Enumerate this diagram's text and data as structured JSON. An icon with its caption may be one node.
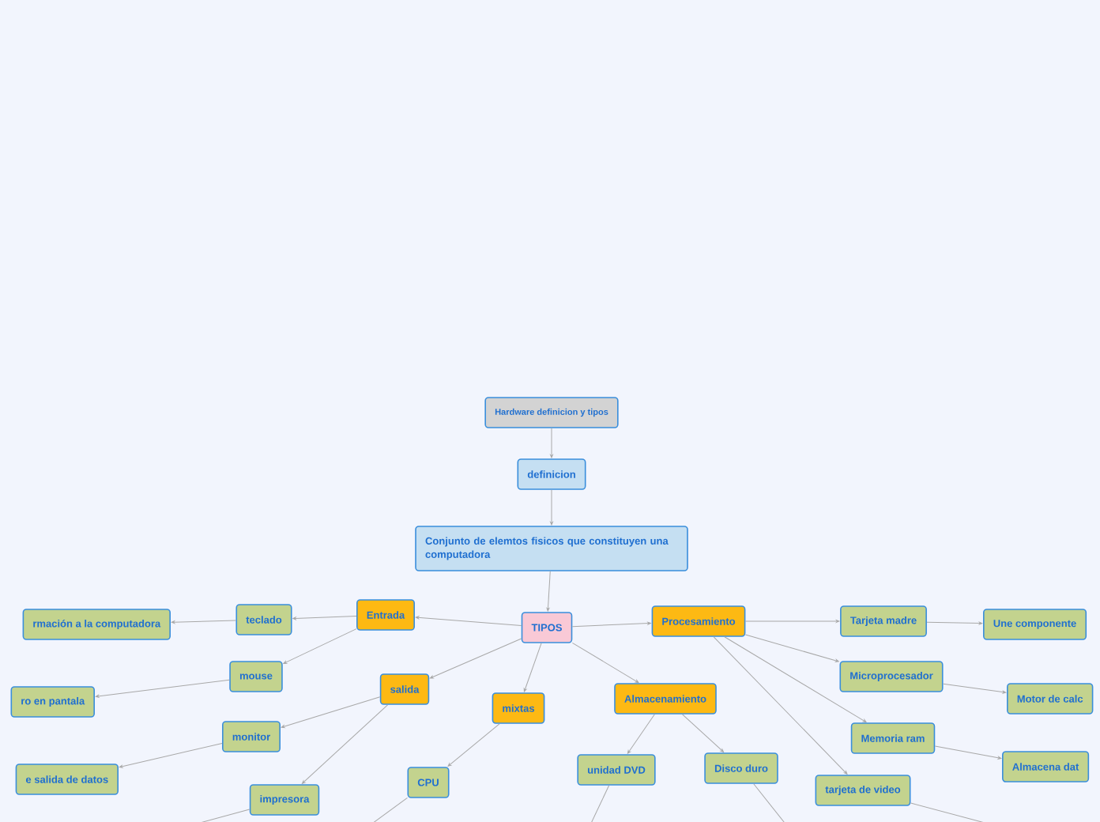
{
  "diagram": {
    "nodes": [
      {
        "text": [
          "Hardware definicion y tipos"
        ]
      },
      {
        "text": [
          "definicion"
        ]
      },
      {
        "text": [
          "Conjunto de elemtos fisicos que constituyen una computadora"
        ]
      },
      {
        "text": [
          "TIPOS"
        ]
      },
      {
        "text": [
          "Entrada"
        ]
      },
      {
        "text": [
          "salida"
        ]
      },
      {
        "text": [
          "mixtas"
        ]
      },
      {
        "text": [
          "Almacenamiento"
        ]
      },
      {
        "text": [
          "Procesamiento"
        ]
      },
      {
        "text": [
          "teclado"
        ]
      },
      {
        "text": [
          "rmación a la computadora"
        ]
      },
      {
        "text": [
          "mouse"
        ]
      },
      {
        "text": [
          "ro en pantala"
        ]
      },
      {
        "text": [
          "monitor"
        ]
      },
      {
        "text": [
          "e salida de datos"
        ]
      },
      {
        "text": [
          "impresora"
        ]
      },
      {
        "text": [
          "CPU"
        ]
      },
      {
        "text": [
          "unidad DVD"
        ]
      },
      {
        "text": [
          "Disco duro"
        ]
      },
      {
        "text": [
          "Tarjeta madre"
        ]
      },
      {
        "text": [
          "Une componente"
        ]
      },
      {
        "text": [
          "Microprocesador"
        ]
      },
      {
        "text": [
          "Motor de calc"
        ]
      },
      {
        "text": [
          "Memoria ram"
        ]
      },
      {
        "text": [
          "Almacena dat"
        ]
      },
      {
        "text": [
          "tarjeta de video"
        ]
      }
    ],
    "edges": [
      {
        "from": 0,
        "to": 1,
        "arrow": "to"
      },
      {
        "from": 1,
        "to": 2,
        "arrow": "to"
      },
      {
        "from": 2,
        "to": 3,
        "arrow": "to"
      },
      {
        "from": 3,
        "to": 4,
        "arrow": "to"
      },
      {
        "from": 3,
        "to": 5,
        "arrow": "to"
      },
      {
        "from": 3,
        "to": 6,
        "arrow": "to"
      },
      {
        "from": 3,
        "to": 7,
        "arrow": "to"
      },
      {
        "from": 3,
        "to": 8,
        "arrow": "to"
      },
      {
        "from": 4,
        "to": 9,
        "arrow": "to"
      },
      {
        "from": 4,
        "to": 11,
        "arrow": "to"
      },
      {
        "from": 9,
        "to": 10,
        "arrow": "to"
      },
      {
        "from": 11,
        "to": 12,
        "arrow": "to"
      },
      {
        "from": 5,
        "to": 13,
        "arrow": "to"
      },
      {
        "from": 5,
        "to": 15,
        "arrow": "to"
      },
      {
        "from": 13,
        "to": 14,
        "arrow": "to"
      },
      {
        "from": 6,
        "to": 16,
        "arrow": "to"
      },
      {
        "from": 8,
        "to": 19,
        "arrow": "to"
      },
      {
        "from": 8,
        "to": 21,
        "arrow": "to"
      },
      {
        "from": 8,
        "to": 23,
        "arrow": "to"
      },
      {
        "from": 8,
        "to": 25,
        "arrow": "to"
      },
      {
        "from": 19,
        "to": 20,
        "arrow": "to"
      },
      {
        "from": 21,
        "to": 22,
        "arrow": "to"
      },
      {
        "from": 23,
        "to": 24,
        "arrow": "to"
      },
      {
        "from": 7,
        "to": 17,
        "arrow": "to"
      },
      {
        "from": 7,
        "to": 18,
        "arrow": "to"
      },
      {
        "from": 15,
        "to": null,
        "arrow": "none"
      },
      {
        "from": 16,
        "to": null,
        "arrow": "none"
      },
      {
        "from": 17,
        "to": null,
        "arrow": "none"
      },
      {
        "from": 18,
        "to": null,
        "arrow": "none"
      },
      {
        "from": 25,
        "to": null,
        "arrow": "none"
      }
    ]
  }
}
